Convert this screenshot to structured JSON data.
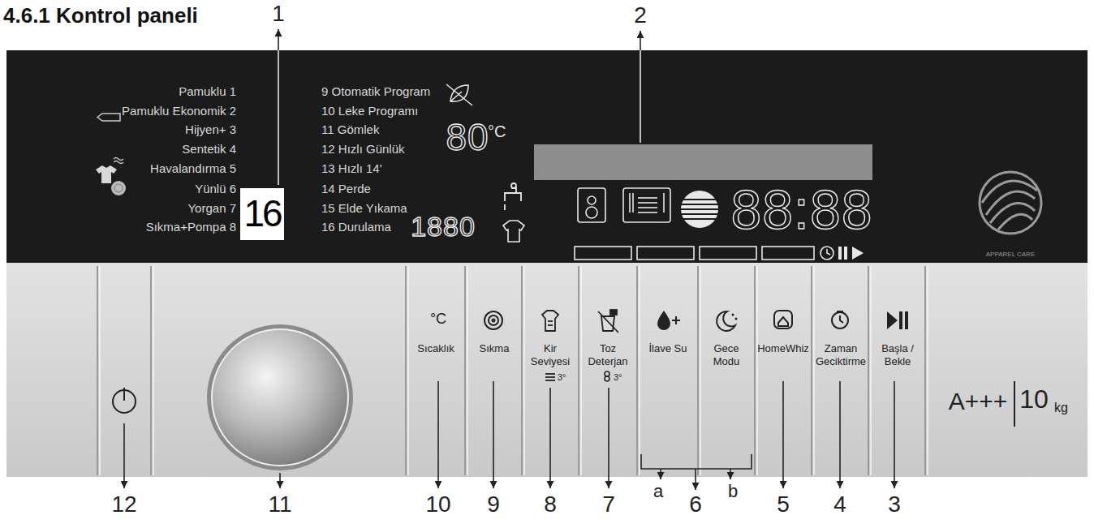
{
  "diagram": {
    "title": "4.6.1 Kontrol paneli",
    "nodes": [
      {
        "text": [
          "Sıcaklık"
        ]
      },
      {
        "text": [
          "Sıkma"
        ]
      },
      {
        "text": [
          "Kir Seviyesi"
        ]
      },
      {
        "text": [
          "Toz Deterjan"
        ]
      },
      {
        "text": [
          "İlave Su"
        ]
      },
      {
        "text": [
          "Gece Modu"
        ]
      },
      {
        "text": [
          "HomeWhiz"
        ]
      },
      {
        "text": [
          "Zaman Geciktirme"
        ]
      },
      {
        "text": [
          "Başla / Bekle"
        ]
      }
    ],
    "labels": [
      "1",
      "2",
      "Pamuklu 1",
      "Pamuklu Ekonomik 2",
      "Hijyen+ 3",
      "Sentetik 4",
      "Havalandırma 5",
      "Yünlü 6",
      "Yorgan 7",
      "Sıkma+Pompa 8",
      "9 Otomatik Program",
      "10 Leke Programı",
      "11 Gömlek",
      "12 Hızlı Günlük",
      "13 Hızlı 14'",
      "14 Perde",
      "15 Elde Yıkama",
      "16 Durulama",
      "16",
      "80",
      "°C",
      "1880",
      "88:88",
      "3°",
      "3°",
      "A+++",
      "10",
      "kg",
      "APPAREL CARE",
      "12",
      "11",
      "10",
      "9",
      "8",
      "7",
      "a",
      "6",
      "b",
      "5",
      "4",
      "3",
      "°C"
    ]
  }
}
